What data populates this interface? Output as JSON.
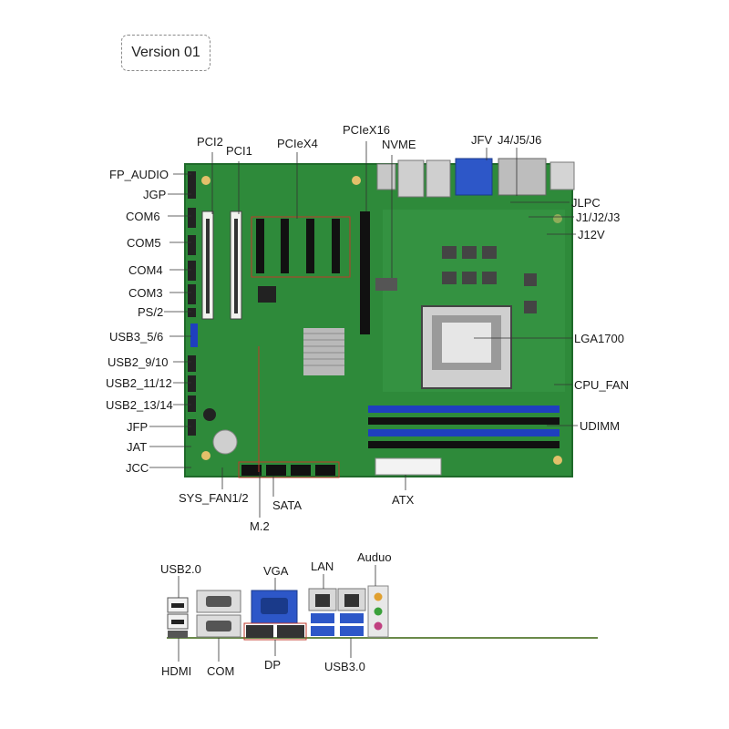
{
  "version": "Version 01",
  "board_labels": {
    "pci2": "PCI2",
    "pci1": "PCI1",
    "pciex4": "PCIeX4",
    "pciex16": "PCIeX16",
    "nvme": "NVME",
    "jfv": "JFV",
    "j456": "J4/J5/J6",
    "fp_audio": "FP_AUDIO",
    "jgp": "JGP",
    "com6": "COM6",
    "com5": "COM5",
    "com4": "COM4",
    "com3": "COM3",
    "ps2": "PS/2",
    "usb3_56": "USB3_5/6",
    "usb2_910": "USB2_9/10",
    "usb2_1112": "USB2_11/12",
    "usb2_1314": "USB2_13/14",
    "jfp": "JFP",
    "jat": "JAT",
    "jcc": "JCC",
    "jlpc": "JLPC",
    "j123": "J1/J2/J3",
    "j12v": "J12V",
    "lga1700": "LGA1700",
    "cpu_fan": "CPU_FAN",
    "udimm": "UDIMM",
    "sys_fan": "SYS_FAN1/2",
    "sata": "SATA",
    "m2": "M.2",
    "atx": "ATX"
  },
  "io_labels": {
    "usb20": "USB2.0",
    "vga": "VGA",
    "lan": "LAN",
    "audio": "Auduo",
    "hdmi": "HDMI",
    "com": "COM",
    "dp": "DP",
    "usb30": "USB3.0"
  },
  "colors": {
    "pcb": "#2e8a3a",
    "pcb_dark": "#1f6a2a",
    "accent_line": "#c0392b",
    "dimm_blue": "#1f3fbf",
    "vga_blue": "#2d57c8"
  }
}
